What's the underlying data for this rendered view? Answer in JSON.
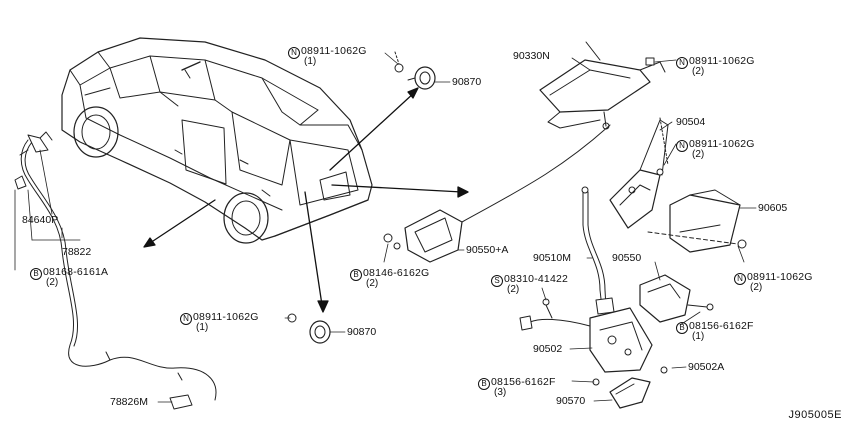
{
  "diagram_id": "J905005E",
  "callouts": [
    {
      "prefix": "N",
      "part": "08911-1062G",
      "qty": "(1)"
    },
    {
      "prefix": "",
      "part": "90870",
      "qty": ""
    },
    {
      "prefix": "",
      "part": "90330N",
      "qty": ""
    },
    {
      "prefix": "N",
      "part": "08911-1062G",
      "qty": "(2)"
    },
    {
      "prefix": "",
      "part": "90504",
      "qty": ""
    },
    {
      "prefix": "N",
      "part": "08911-1062G",
      "qty": "(2)"
    },
    {
      "prefix": "",
      "part": "90605",
      "qty": ""
    },
    {
      "prefix": "N",
      "part": "08911-1062G",
      "qty": "(2)"
    },
    {
      "prefix": "",
      "part": "90550+A",
      "qty": ""
    },
    {
      "prefix": "B",
      "part": "08146-6162G",
      "qty": "(2)"
    },
    {
      "prefix": "",
      "part": "90510M",
      "qty": ""
    },
    {
      "prefix": "",
      "part": "90550",
      "qty": ""
    },
    {
      "prefix": "S",
      "part": "08310-41422",
      "qty": "(2)"
    },
    {
      "prefix": "B",
      "part": "08156-6162F",
      "qty": "(1)"
    },
    {
      "prefix": "",
      "part": "90502",
      "qty": ""
    },
    {
      "prefix": "",
      "part": "90502A",
      "qty": ""
    },
    {
      "prefix": "B",
      "part": "08156-6162F",
      "qty": "(3)"
    },
    {
      "prefix": "",
      "part": "90570",
      "qty": ""
    },
    {
      "prefix": "N",
      "part": "08911-1062G",
      "qty": "(1)"
    },
    {
      "prefix": "",
      "part": "90870",
      "qty": ""
    },
    {
      "prefix": "",
      "part": "84640P",
      "qty": ""
    },
    {
      "prefix": "",
      "part": "78822",
      "qty": ""
    },
    {
      "prefix": "B",
      "part": "08168-6161A",
      "qty": "(2)"
    },
    {
      "prefix": "",
      "part": "78826M",
      "qty": ""
    }
  ]
}
